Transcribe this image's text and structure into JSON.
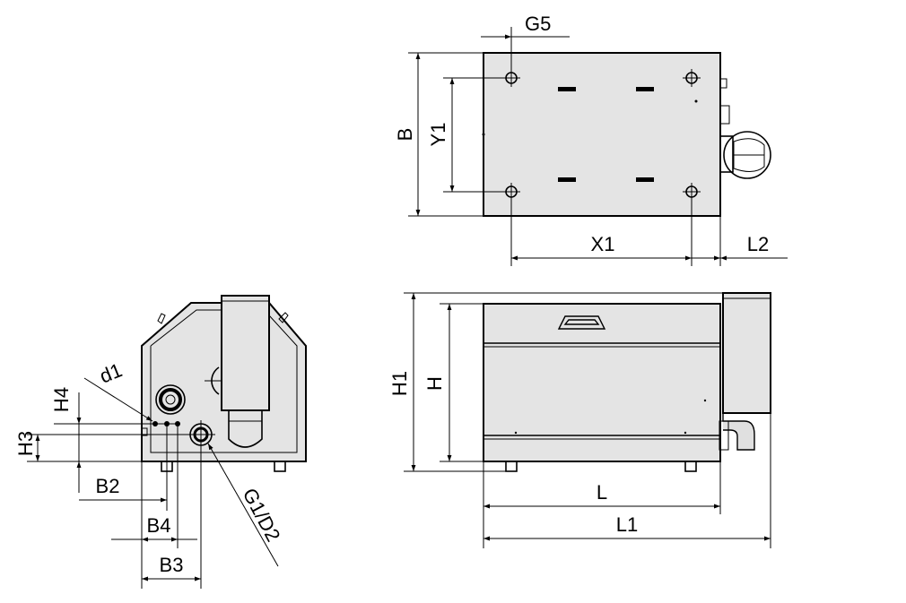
{
  "labels": {
    "G5": "G5",
    "B": "B",
    "Y1": "Y1",
    "X1": "X1",
    "L2": "L2",
    "H1": "H1",
    "H": "H",
    "L": "L",
    "L1": "L1",
    "H4": "H4",
    "H3": "H3",
    "d1": "d1",
    "B2": "B2",
    "B4": "B4",
    "B3": "B3",
    "G1D2": "G1/D2"
  },
  "colors": {
    "body_fill": "#e4e4e4",
    "line": "#000000",
    "background": "#ffffff"
  }
}
